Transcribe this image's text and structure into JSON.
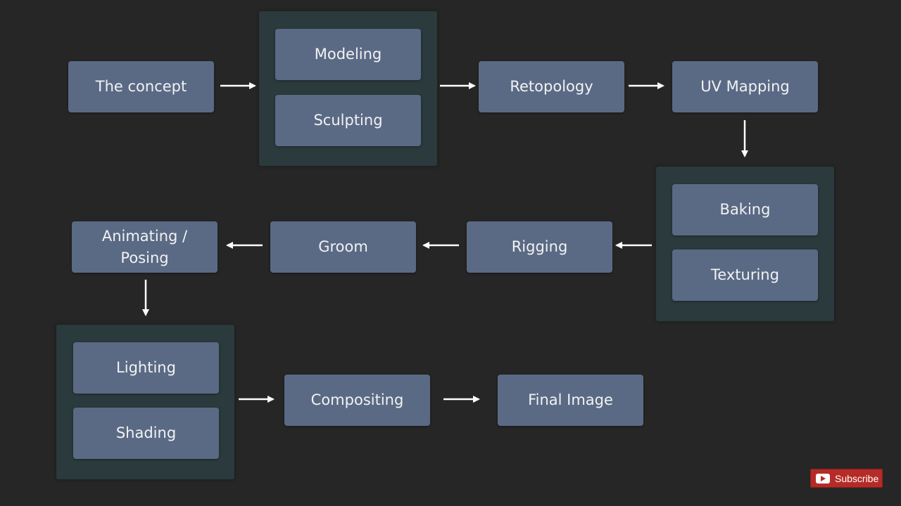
{
  "nodes": {
    "concept": "The concept",
    "modeling": "Modeling",
    "sculpting": "Sculpting",
    "retopology": "Retopology",
    "uv_mapping": "UV Mapping",
    "baking": "Baking",
    "texturing": "Texturing",
    "rigging": "Rigging",
    "groom": "Groom",
    "animating": "Animating / Posing",
    "lighting": "Lighting",
    "shading": "Shading",
    "compositing": "Compositing",
    "final_image": "Final Image"
  },
  "edges": [
    [
      "concept",
      "modeling_group"
    ],
    [
      "modeling_group",
      "retopology"
    ],
    [
      "retopology",
      "uv_mapping"
    ],
    [
      "uv_mapping",
      "baking_group"
    ],
    [
      "baking_group",
      "rigging"
    ],
    [
      "rigging",
      "groom"
    ],
    [
      "groom",
      "animating"
    ],
    [
      "animating",
      "lighting_group"
    ],
    [
      "lighting_group",
      "compositing"
    ],
    [
      "compositing",
      "final_image"
    ]
  ],
  "subscribe": {
    "label": "Subscribe"
  },
  "colors": {
    "background": "#262626",
    "node": "#5a6a85",
    "group": "#2b3a3c",
    "arrow": "#ffffff",
    "subscribe": "#b52b27"
  }
}
